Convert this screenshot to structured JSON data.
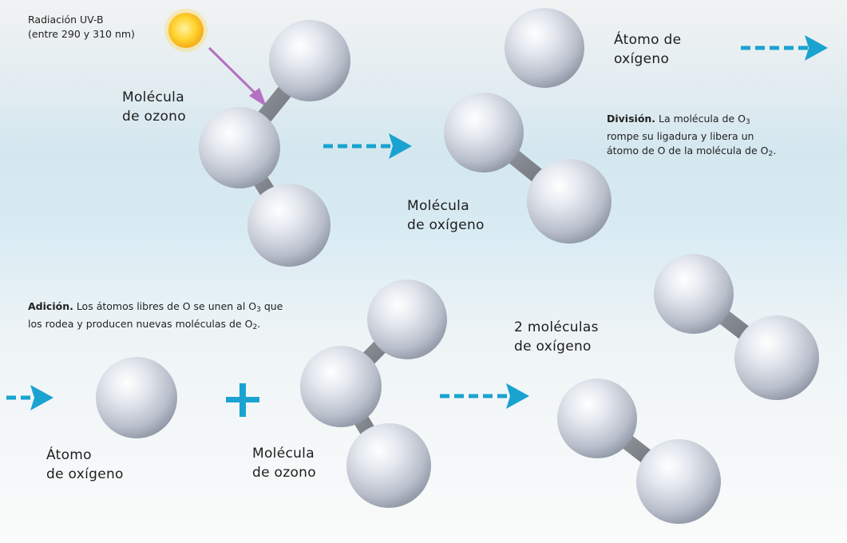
{
  "uv": {
    "line1": "Radiación UV-B",
    "line2": "(entre 290 y 310 nm)"
  },
  "top": {
    "ozone_label": [
      "Molécula",
      "de ozono"
    ],
    "atom_label": [
      "Átomo de",
      "oxígeno"
    ],
    "oxygen_label": [
      "Molécula",
      "de oxígeno"
    ],
    "division": {
      "title": "División.",
      "line1_rest": " La molécula de O",
      "line1_sub": "3",
      "line2": "rompe su ligadura y libera un",
      "line3_pre": "átomo de O de la molécula de O",
      "line3_sub": "2",
      "line3_post": "."
    }
  },
  "bottom": {
    "adicion": {
      "title": "Adición.",
      "line1_rest": " Los átomos libres de O se unen al O",
      "line1_sub": "3",
      "line1_post": " que",
      "line2_pre": "los rodea y producen nuevas moléculas de O",
      "line2_sub": "2",
      "line2_post": "."
    },
    "atom_label": [
      "Átomo",
      "de oxígeno"
    ],
    "ozone_label": [
      "Molécula",
      "de ozono"
    ],
    "plus": "+",
    "two_molecules_label": [
      "2 moléculas",
      "de oxígeno"
    ]
  },
  "colors": {
    "arrow": "#1aa3d0",
    "uv_arrow": "#b571c1",
    "sun": "#f6b91a",
    "bond": "#7b7f88",
    "atom": "#c9ced9"
  }
}
